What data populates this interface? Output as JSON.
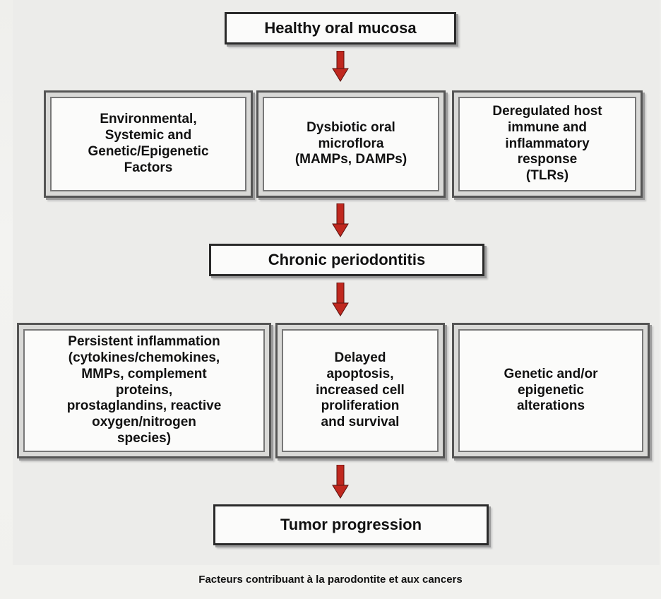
{
  "diagram": {
    "top_box": "Healthy oral mucosa",
    "row1": [
      "Environmental,\nSystemic and\nGenetic/Epigenetic\nFactors",
      "Dysbiotic oral\nmicroflora\n(MAMPs, DAMPs)",
      "Deregulated host\nimmune and\ninflammatory\nresponse\n(TLRs)"
    ],
    "middle_box": "Chronic periodontitis",
    "row2": [
      "Persistent inflammation\n(cytokines/chemokines,\nMMPs, complement\nproteins,\nprostaglandins, reactive\noxygen/nitrogen\nspecies)",
      "Delayed\napoptosis,\nincreased cell\nproliferation\nand survival",
      "Genetic and/or\nepigenetic\nalterations"
    ],
    "bottom_box": "Tumor progression"
  },
  "caption": "Facteurs contribuant à la parodontite et aux cancers",
  "colors": {
    "arrow": "#c0281f",
    "border": "#2a2a2a"
  }
}
